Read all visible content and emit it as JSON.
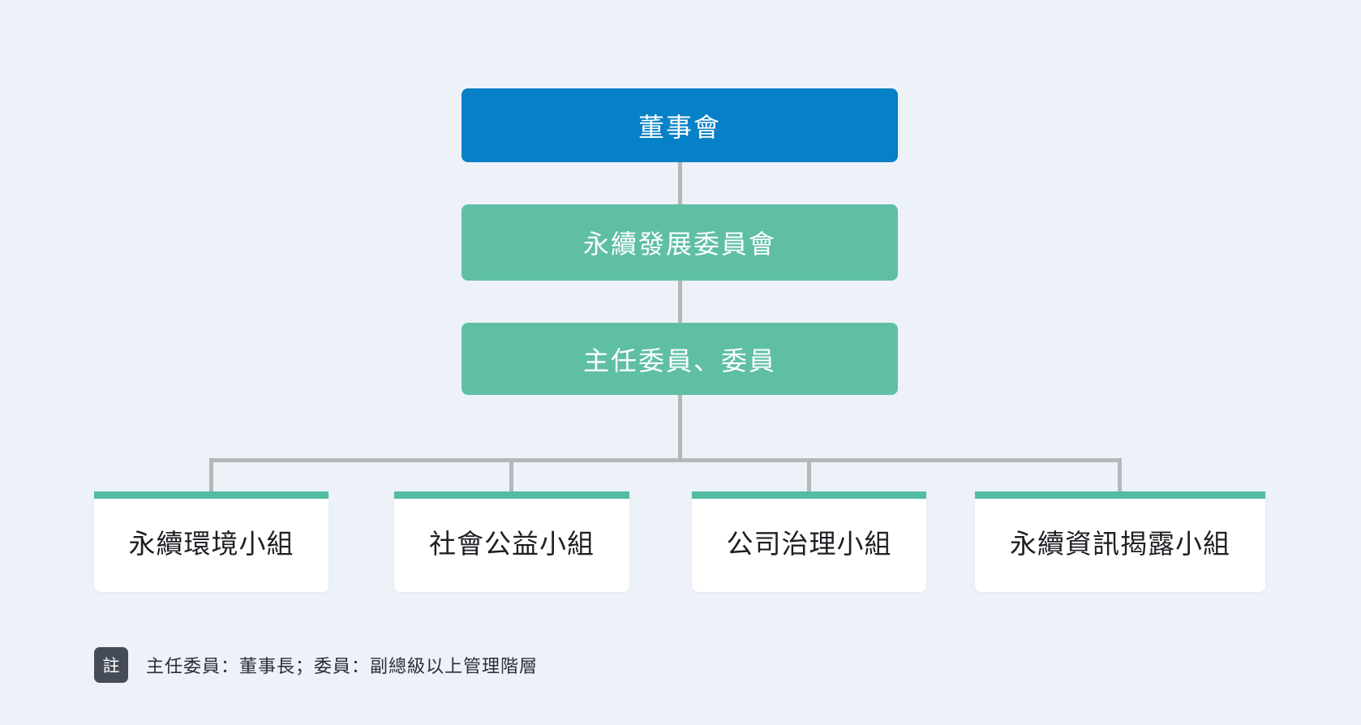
{
  "org_chart": {
    "root": {
      "label": "董事會"
    },
    "committee": {
      "label": "永續發展委員會"
    },
    "members": {
      "label": "主任委員、委員"
    },
    "groups": [
      {
        "label": "永續環境小組"
      },
      {
        "label": "社會公益小組"
      },
      {
        "label": "公司治理小組"
      },
      {
        "label": "永續資訊揭露小組"
      }
    ],
    "note": {
      "badge": "註",
      "text": "主任委員：董事長；委員：副總級以上管理階層"
    }
  },
  "colors": {
    "background": "#edf1f8",
    "board_blue": "#0680c6",
    "committee_teal": "#5fbfa5",
    "group_bar_teal": "#52bba0",
    "group_card_bg": "#ffffff",
    "connector_gray": "#b5b7b9",
    "note_badge_bg": "#454c58",
    "text_on_color": "#ffffff",
    "text_dark": "#1c1f23"
  }
}
